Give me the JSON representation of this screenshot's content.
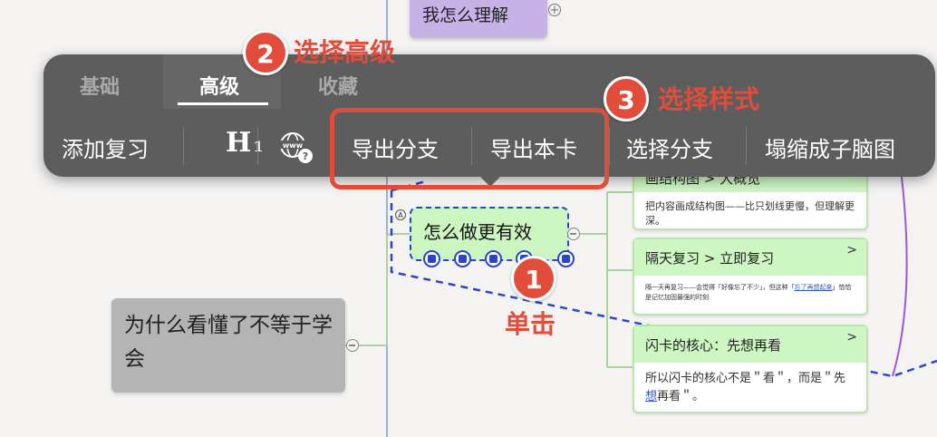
{
  "mindmap": {
    "top_node": "我怎么理解",
    "left_node": "为什么看懂了不等于学会",
    "selected_node": "怎么做更有效",
    "cards": [
      {
        "title": "画结构图 > 大概览",
        "body": "把内容画成结构图——比只划线更慢，但理解更深。"
      },
      {
        "title": "隔天复习 > 立即复习",
        "body_parts": [
          "隔一天再复习——会觉得「好像忘了不少」，但这种「",
          "忘了再想起来",
          "」恰恰是记忆加固最强的时刻"
        ]
      },
      {
        "title": "闪卡的核心：先想再看",
        "body_parts": [
          "所以闪卡的核心不是＂看＂，而是＂先",
          "想",
          "再看＂。"
        ]
      }
    ],
    "chevron": ">"
  },
  "toolbar": {
    "tabs": [
      "基础",
      "高级",
      "收藏"
    ],
    "active_tab": "高级",
    "items": [
      "添加复习",
      "H",
      "1",
      "导出分支",
      "导出本卡",
      "选择分支",
      "塌缩成子脑图"
    ]
  },
  "annotations": {
    "step1_num": "1",
    "step1_text": "单击",
    "step2_num": "2",
    "step2_text": "选择高级",
    "step3_num": "3",
    "step3_text": "选择样式"
  },
  "colors": {
    "annotation_red": "#e24c3b",
    "selection_blue": "#2b44c9",
    "toolbar_bg": "#5d5d5d",
    "card_green": "#cdf6c3"
  }
}
